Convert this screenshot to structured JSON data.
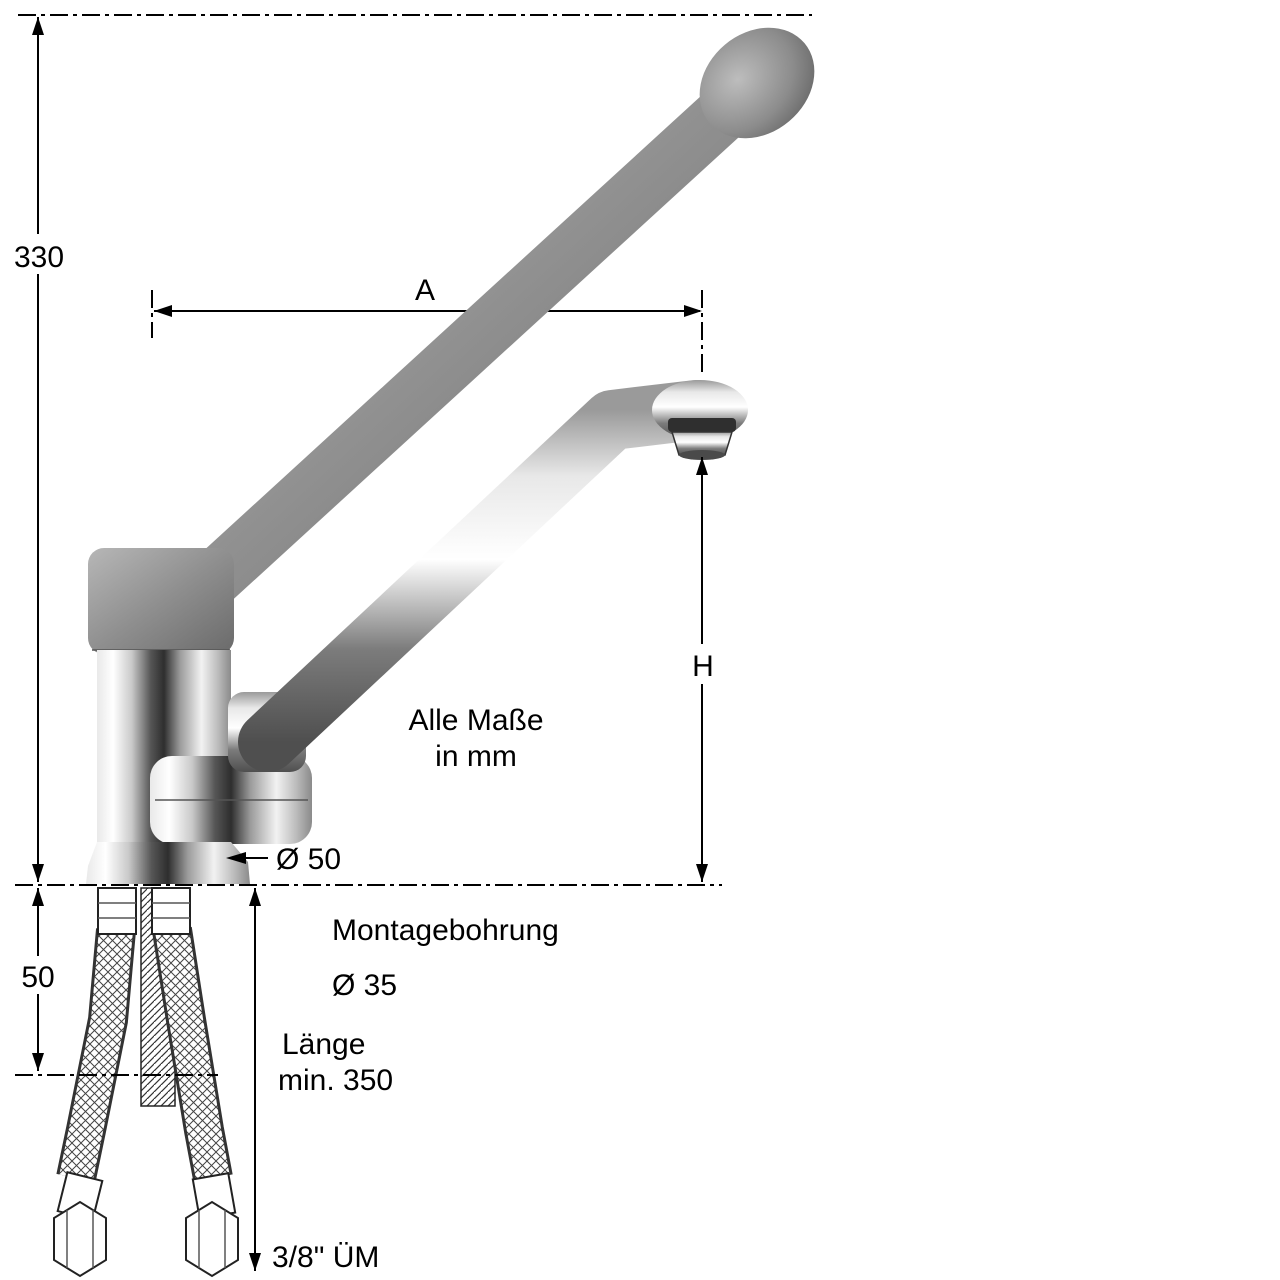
{
  "labels": {
    "dim_total_height": "330",
    "dim_reach": "A",
    "dim_spout_height": "H",
    "note_line1": "Alle Maße",
    "note_line2": "in mm",
    "body_diameter": "Ø 50",
    "dim_deck": "50",
    "mounting_line1": "Montagebohrung",
    "mounting_line2": "Ø 35",
    "hose_line1": "Länge",
    "hose_line2": "min. 350",
    "thread_label": "3/8\" ÜM"
  },
  "colors": {
    "line": "#000000",
    "handle_gray": "#8f8f8f",
    "chrome_dark": "#3a3a3a",
    "background": "#ffffff"
  }
}
